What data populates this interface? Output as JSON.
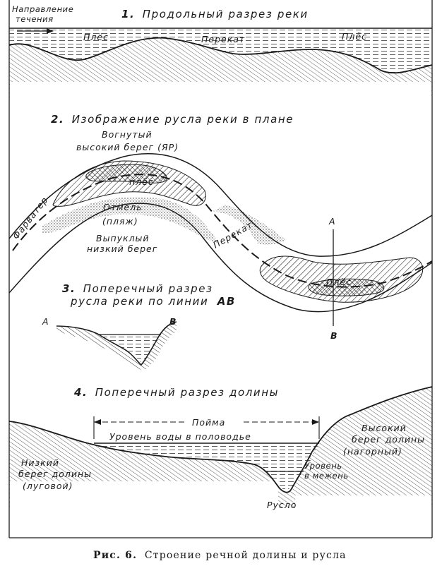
{
  "section1": {
    "title_num": "1.",
    "title": "Продольный разрез реки",
    "flow_label_line1": "Направление",
    "flow_label_line2": "течения",
    "reach1": "Плёс",
    "rift": "Перекат",
    "reach2": "Плёс"
  },
  "section2": {
    "title_num": "2.",
    "title": "Изображение русла реки в плане",
    "concave_line1": "Вогнутый",
    "concave_line2": "высокий берег (ЯР)",
    "fairway": "Фарватер",
    "reach_top": "плёс",
    "shoal_line1": "Отмель",
    "shoal_line2": "(пляж)",
    "convex_line1": "Выпуклый",
    "convex_line2": "низкий берег",
    "rift": "Перекат",
    "reach_bottom": "Плёс",
    "point_a": "А",
    "point_b": "В"
  },
  "section3": {
    "title_num": "3.",
    "title_line1": "Поперечный разрез",
    "title_line2_prefix": "русла реки по линии",
    "title_line2_suffix": "АВ",
    "point_a": "А",
    "point_b": "В"
  },
  "section4": {
    "title_num": "4.",
    "title": "Поперечный разрез долины",
    "floodplain": "Пойма",
    "flood_level": "Уровень воды в половодье",
    "low_bank_line1": "Низкий",
    "low_bank_line2": "берег долины",
    "low_bank_line3": "(луговой)",
    "high_bank_line1": "Высокий",
    "high_bank_line2": "берег долины",
    "high_bank_line3": "(нагорный)",
    "low_water_line1": "Уровень",
    "low_water_line2": "в межень",
    "channel": "Русло"
  },
  "caption": {
    "prefix": "Рис. 6.",
    "text": "Строение речной долины и русла"
  }
}
